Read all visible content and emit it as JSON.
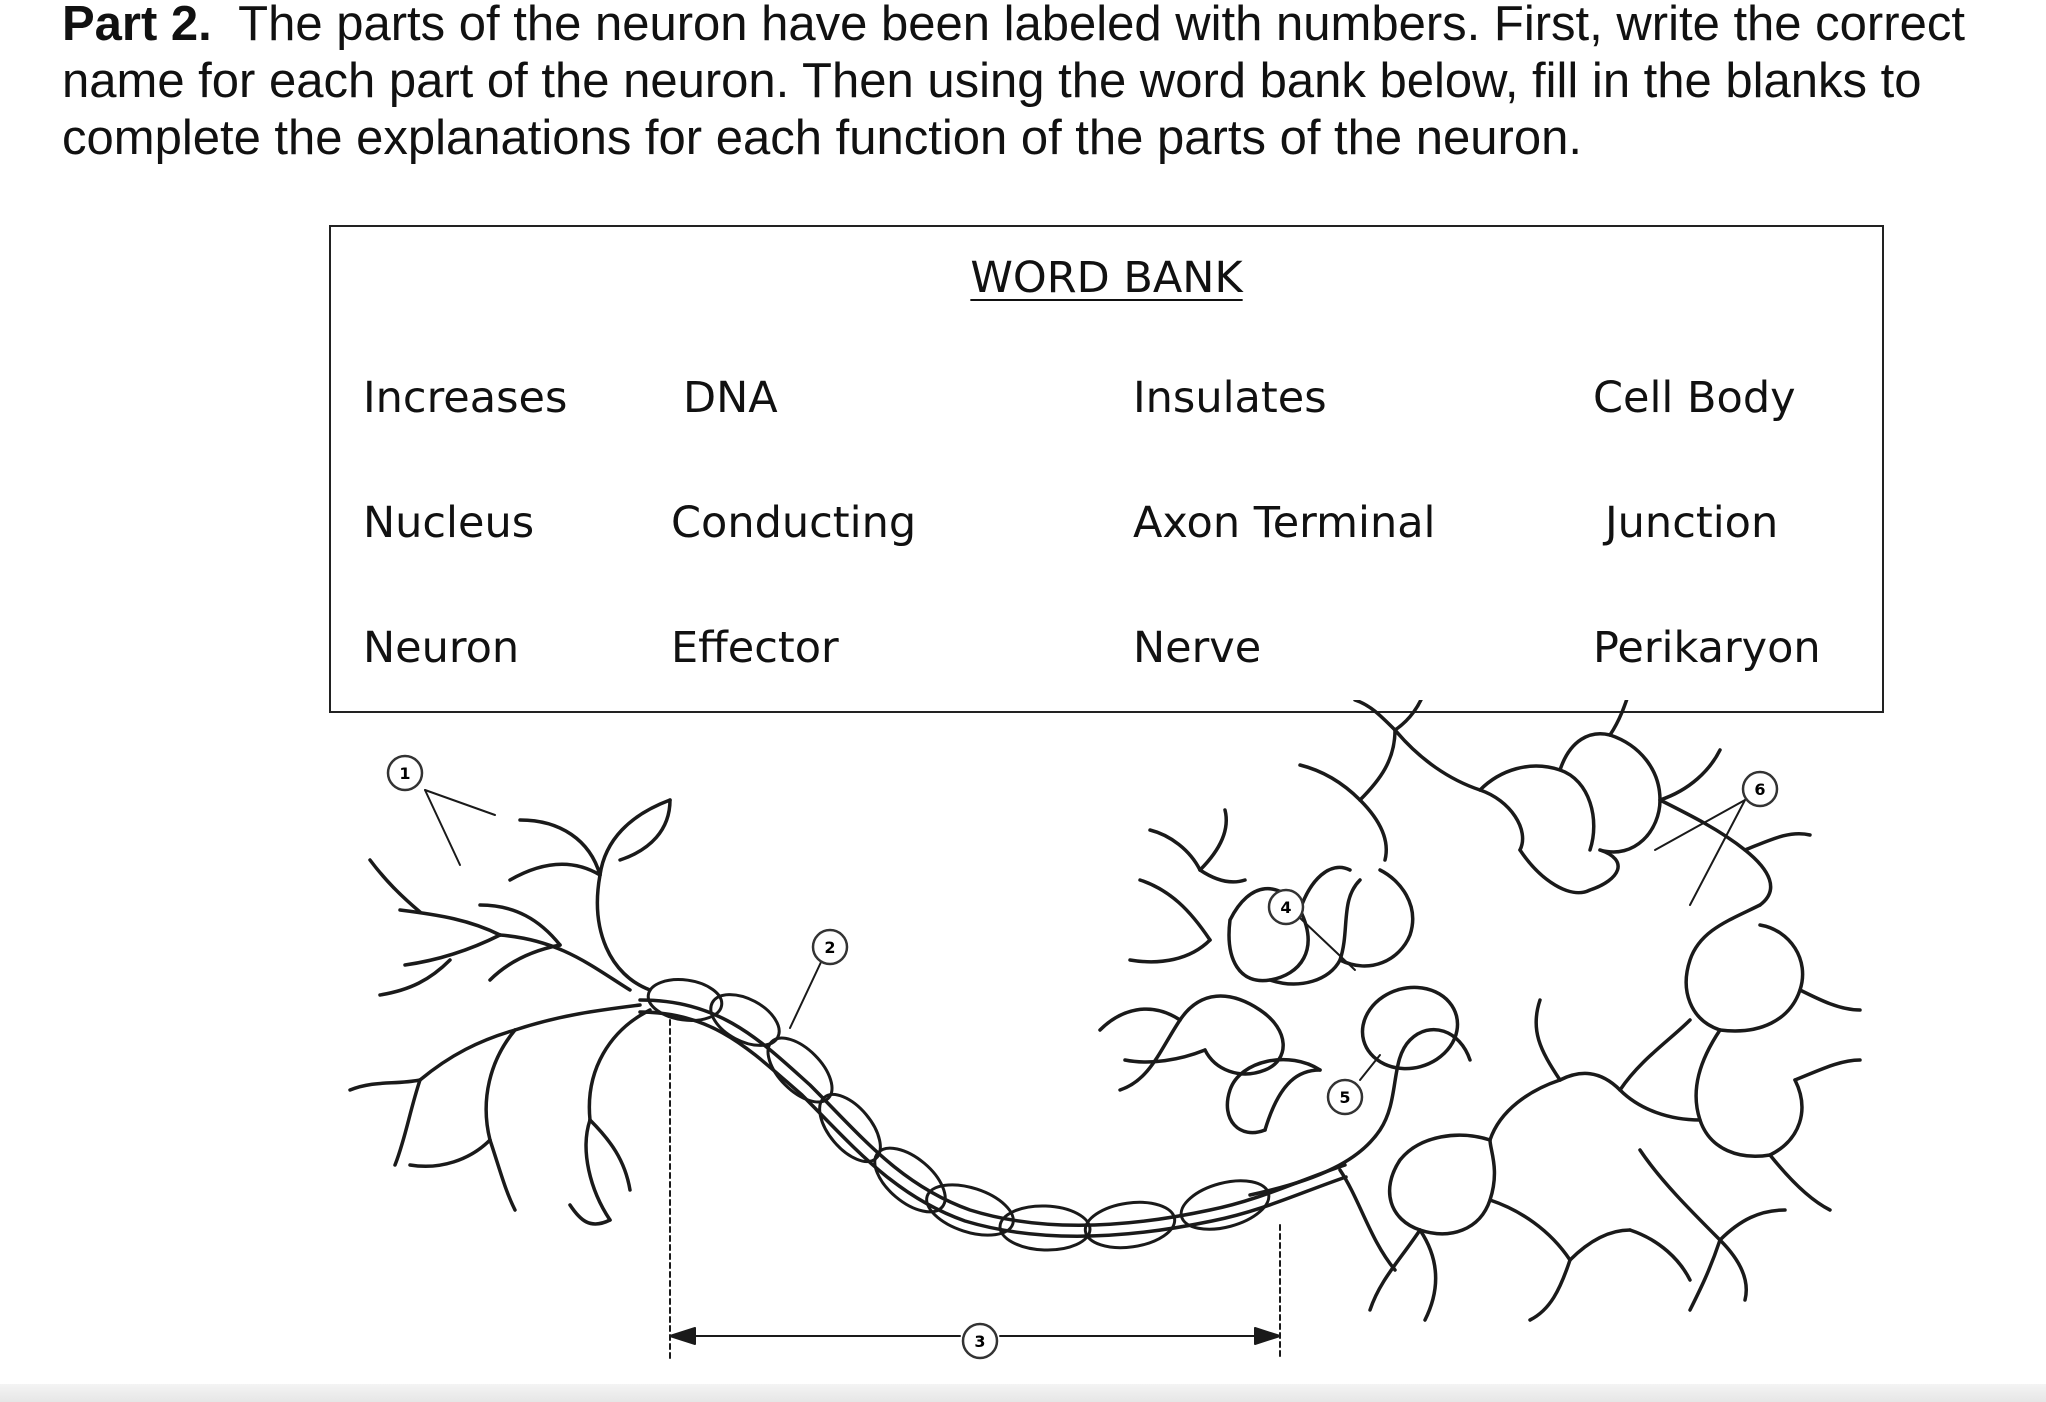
{
  "instructions": {
    "lead": "Part 2.",
    "text": "The parts of the neuron have been labeled with numbers. First, write the correct name for each part of the neuron. Then using the word bank below, fill in the blanks to complete the explanations for each function of the parts of the neuron."
  },
  "word_bank": {
    "title": "WORD BANK",
    "words": [
      "Increases",
      "DNA",
      "Insulates",
      "Cell Body",
      "Nucleus",
      "Conducting",
      "Axon Terminal",
      "Junction",
      "Neuron",
      "Effector",
      "Nerve",
      "Perikaryon"
    ]
  },
  "diagram": {
    "labels": [
      "1",
      "2",
      "3",
      "4",
      "5",
      "6"
    ]
  }
}
